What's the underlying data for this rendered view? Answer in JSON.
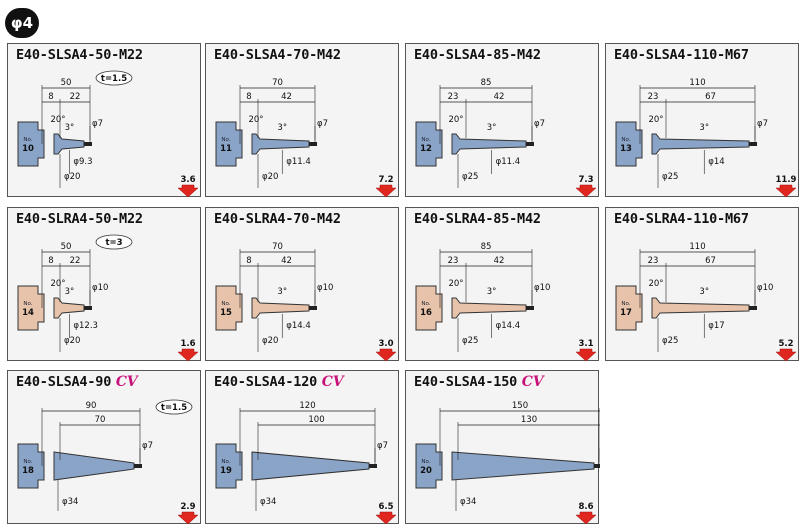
{
  "badge": "φ4",
  "cards": [
    {
      "title": "E40-SLSA4-50-M22",
      "no": "10",
      "weight": "3.6",
      "len": "50",
      "d1": "8",
      "d2": "22",
      "angle": "20°",
      "taper": "3°",
      "tip": "φ7",
      "mid": "φ9.3",
      "base": "φ20",
      "t": "t=1.5",
      "color": "#8aa4c8",
      "L": 28
    },
    {
      "title": "E40-SLSA4-70-M42",
      "no": "11",
      "weight": "7.2",
      "len": "70",
      "d1": "8",
      "d2": "42",
      "angle": "20°",
      "taper": "3°",
      "tip": "φ7",
      "mid": "φ11.4",
      "base": "φ20",
      "t": "",
      "color": "#8aa4c8",
      "L": 55
    },
    {
      "title": "E40-SLSA4-85-M42",
      "no": "12",
      "weight": "7.3",
      "len": "85",
      "d1": "23",
      "d2": "42",
      "angle": "20°",
      "taper": "3°",
      "tip": "φ7",
      "mid": "φ11.4",
      "base": "φ25",
      "t": "",
      "color": "#8aa4c8",
      "L": 72
    },
    {
      "title": "E40-SLSA4-110-M67",
      "no": "13",
      "weight": "11.9",
      "len": "110",
      "d1": "23",
      "d2": "67",
      "angle": "20°",
      "taper": "3°",
      "tip": "φ7",
      "mid": "φ14",
      "base": "φ25",
      "t": "",
      "color": "#8aa4c8",
      "L": 95
    },
    {
      "title": "E40-SLRA4-50-M22",
      "no": "14",
      "weight": "1.6",
      "len": "50",
      "d1": "8",
      "d2": "22",
      "angle": "20°",
      "taper": "3°",
      "tip": "φ10",
      "mid": "φ12.3",
      "base": "φ20",
      "t": "t=3",
      "color": "#e6c3aa",
      "L": 28
    },
    {
      "title": "E40-SLRA4-70-M42",
      "no": "15",
      "weight": "3.0",
      "len": "70",
      "d1": "8",
      "d2": "42",
      "angle": "",
      "taper": "3°",
      "tip": "φ10",
      "mid": "φ14.4",
      "base": "φ20",
      "t": "",
      "color": "#e6c3aa",
      "L": 55
    },
    {
      "title": "E40-SLRA4-85-M42",
      "no": "16",
      "weight": "3.1",
      "len": "85",
      "d1": "23",
      "d2": "42",
      "angle": "20°",
      "taper": "3°",
      "tip": "φ10",
      "mid": "φ14.4",
      "base": "φ25",
      "t": "",
      "color": "#e6c3aa",
      "L": 72
    },
    {
      "title": "E40-SLRA4-110-M67",
      "no": "17",
      "weight": "5.2",
      "len": "110",
      "d1": "23",
      "d2": "67",
      "angle": "20°",
      "taper": "3°",
      "tip": "φ10",
      "mid": "φ17",
      "base": "φ25",
      "t": "",
      "color": "#e6c3aa",
      "L": 95
    }
  ],
  "cvcards": [
    {
      "title": "E40-SLSA4-90",
      "cv": "CV",
      "no": "18",
      "weight": "2.9",
      "len": "90",
      "d2": "70",
      "tip": "φ7",
      "base": "φ34",
      "t": "t=1.5",
      "color": "#8aa4c8",
      "L": 78
    },
    {
      "title": "E40-SLSA4-120",
      "cv": "CV",
      "no": "19",
      "weight": "6.5",
      "len": "120",
      "d2": "100",
      "tip": "φ7",
      "base": "φ34",
      "t": "",
      "color": "#8aa4c8",
      "L": 115
    },
    {
      "title": "E40-SLSA4-150",
      "cv": "CV",
      "no": "20",
      "weight": "8.6",
      "len": "150",
      "d2": "130",
      "tip": "φ7",
      "base": "φ34",
      "t": "",
      "color": "#8aa4c8",
      "L": 140
    }
  ]
}
